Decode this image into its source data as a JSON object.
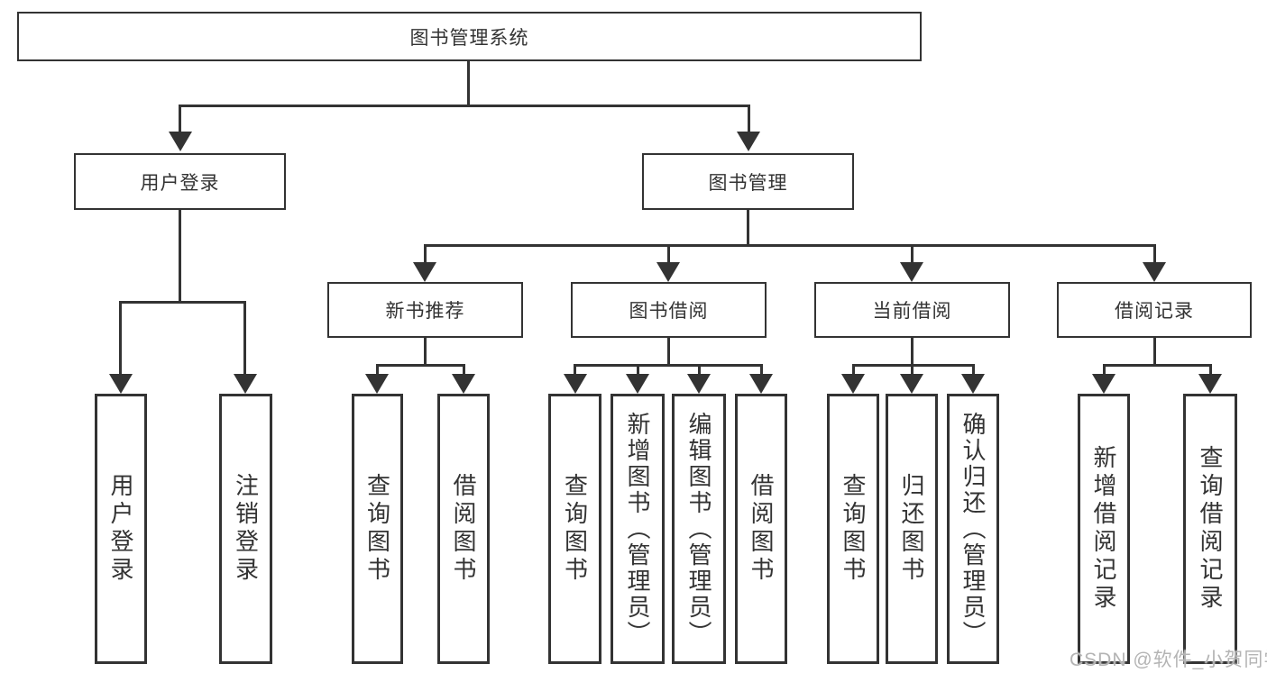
{
  "diagram": {
    "root": {
      "label": "图书管理系统"
    },
    "level2": [
      {
        "label": "用户登录"
      },
      {
        "label": "图书管理"
      }
    ],
    "level3": [
      {
        "label": "新书推荐"
      },
      {
        "label": "图书借阅"
      },
      {
        "label": "当前借阅"
      },
      {
        "label": "借阅记录"
      }
    ],
    "leaves": {
      "user_login_group": [
        {
          "label": "用户登录"
        },
        {
          "label": "注销登录"
        }
      ],
      "new_book_group": [
        {
          "label": "查询图书"
        },
        {
          "label": "借阅图书"
        }
      ],
      "book_borrow_group": [
        {
          "label": "查询图书"
        },
        {
          "label": "新增图书（管理员）"
        },
        {
          "label": "编辑图书（管理员）"
        },
        {
          "label": "借阅图书"
        }
      ],
      "current_borrow_group": [
        {
          "label": "查询图书"
        },
        {
          "label": "归还图书"
        },
        {
          "label": "确认归还（管理员）"
        }
      ],
      "records_group": [
        {
          "label": "新增借阅记录"
        },
        {
          "label": "查询借阅记录"
        }
      ]
    }
  },
  "watermark": {
    "text": "CSDN @软件_小贺同学"
  },
  "colors": {
    "line": "#333333",
    "border": "#333333",
    "text": "#333333",
    "watermark": "#b4b4b4",
    "background": "#ffffff"
  }
}
